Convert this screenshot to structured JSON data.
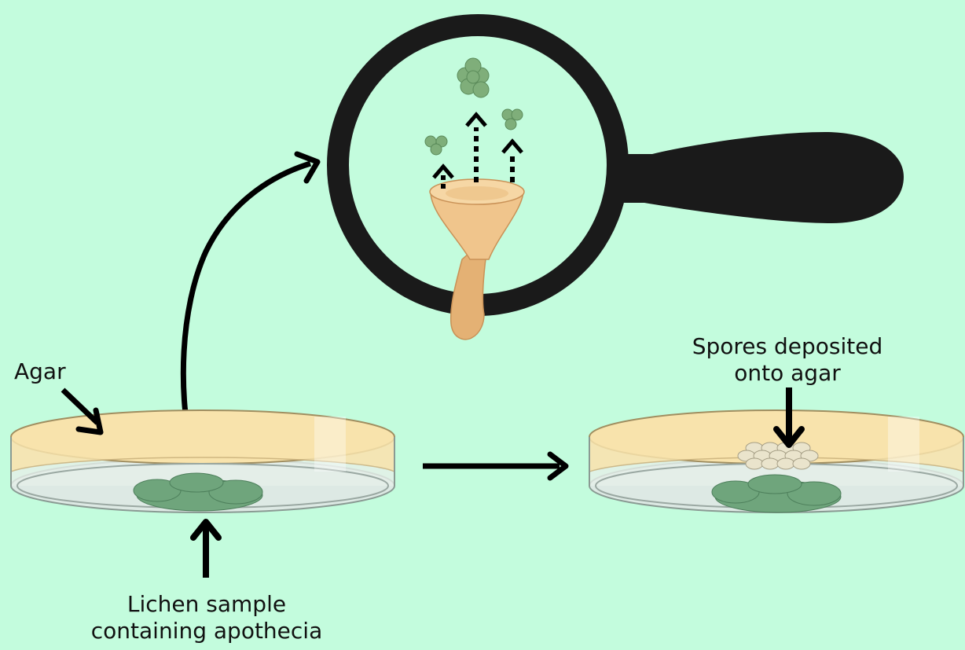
{
  "labels": {
    "agar": "Agar",
    "lichen_sample": [
      "Lichen sample",
      "containing apothecia"
    ],
    "spores_deposited": [
      "Spores deposited",
      "onto agar"
    ]
  },
  "colors": {
    "background": "#c3fcdd",
    "agar": "#f8e3ac",
    "dish": "#dde9e4",
    "lichen": "#6fa57c",
    "apothecium": "#e9bb80",
    "spore": "#7fae7a",
    "magnifier": "#1a1a1a",
    "arrows": "#000000"
  }
}
